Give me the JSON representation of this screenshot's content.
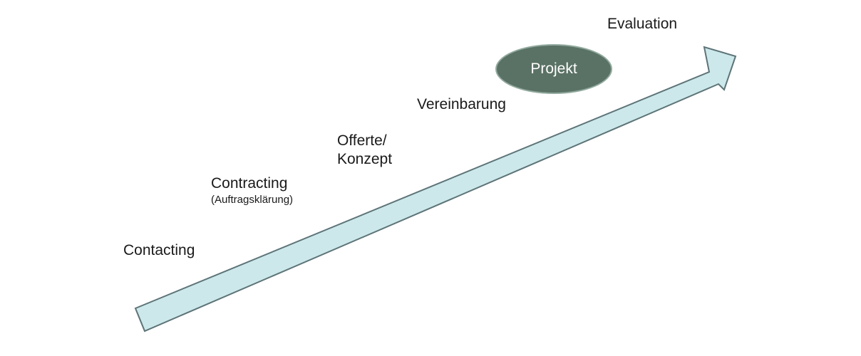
{
  "stages": {
    "contacting": "Contacting",
    "contracting": "Contracting",
    "contracting_sub": "(Auftragsklärung)",
    "offerte_line1": "Offerte/",
    "offerte_line2": "Konzept",
    "vereinbarung": "Vereinbarung",
    "evaluation": "Evaluation"
  },
  "highlight": {
    "label": "Projekt"
  },
  "colors": {
    "arrow_fill": "#cde8ea",
    "arrow_stroke": "#5d7478",
    "ellipse_fill": "#5a7265",
    "ellipse_stroke": "#93aa9f",
    "text": "#1a1a1a"
  }
}
